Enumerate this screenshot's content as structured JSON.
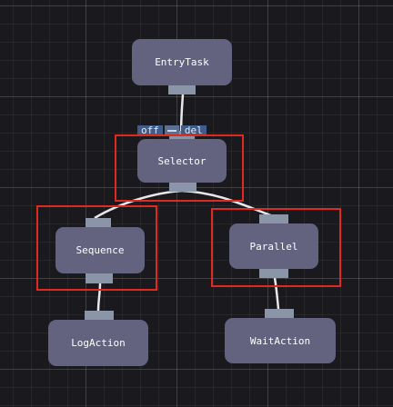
{
  "canvas": {
    "background_color": "#1a1a1e",
    "grid_color": "#ffffff"
  },
  "nodes": {
    "entry_task": {
      "label": "EntryTask"
    },
    "selector": {
      "label": "Selector"
    },
    "sequence": {
      "label": "Sequence"
    },
    "parallel": {
      "label": "Parallel"
    },
    "log_action": {
      "label": "LogAction"
    },
    "wait_action": {
      "label": "WaitAction"
    }
  },
  "node_toolbar": {
    "off_label": "off",
    "del_label": "del"
  },
  "colors": {
    "node_fill": "#63627f",
    "port_fill": "#8a95a8",
    "edge_stroke": "#e8e8ec",
    "highlight": "#e02a1f",
    "toolbar_button": "#3e5d8a"
  }
}
